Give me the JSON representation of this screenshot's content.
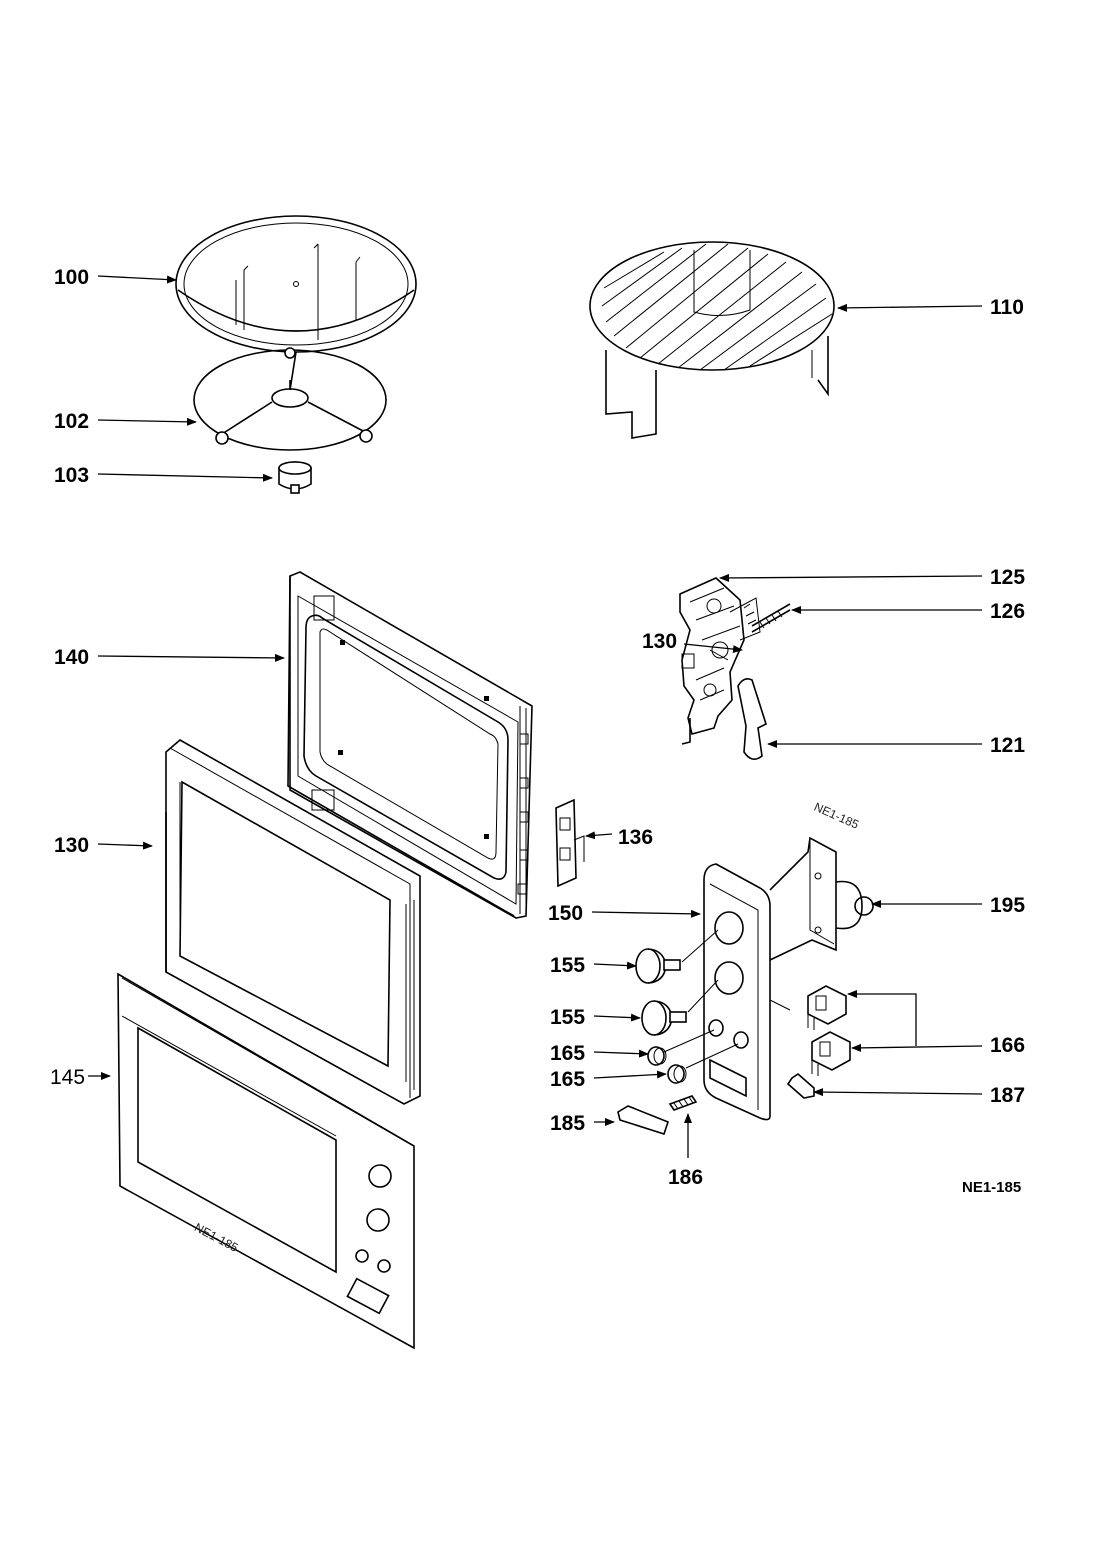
{
  "diagram": {
    "reference_code": "NE1-185",
    "engraved_marking": "NE1-185",
    "callouts": {
      "p100": "100",
      "p102": "102",
      "p103": "103",
      "p110": "110",
      "p125": "125",
      "p126": "126",
      "p130_latch": "130",
      "p121": "121",
      "p140": "140",
      "p130_door": "130",
      "p136": "136",
      "p150": "150",
      "p195": "195",
      "p155_a": "155",
      "p155_b": "155",
      "p165_a": "165",
      "p165_b": "165",
      "p166": "166",
      "p187": "187",
      "p185": "185",
      "p186": "186",
      "p145": "145"
    }
  }
}
